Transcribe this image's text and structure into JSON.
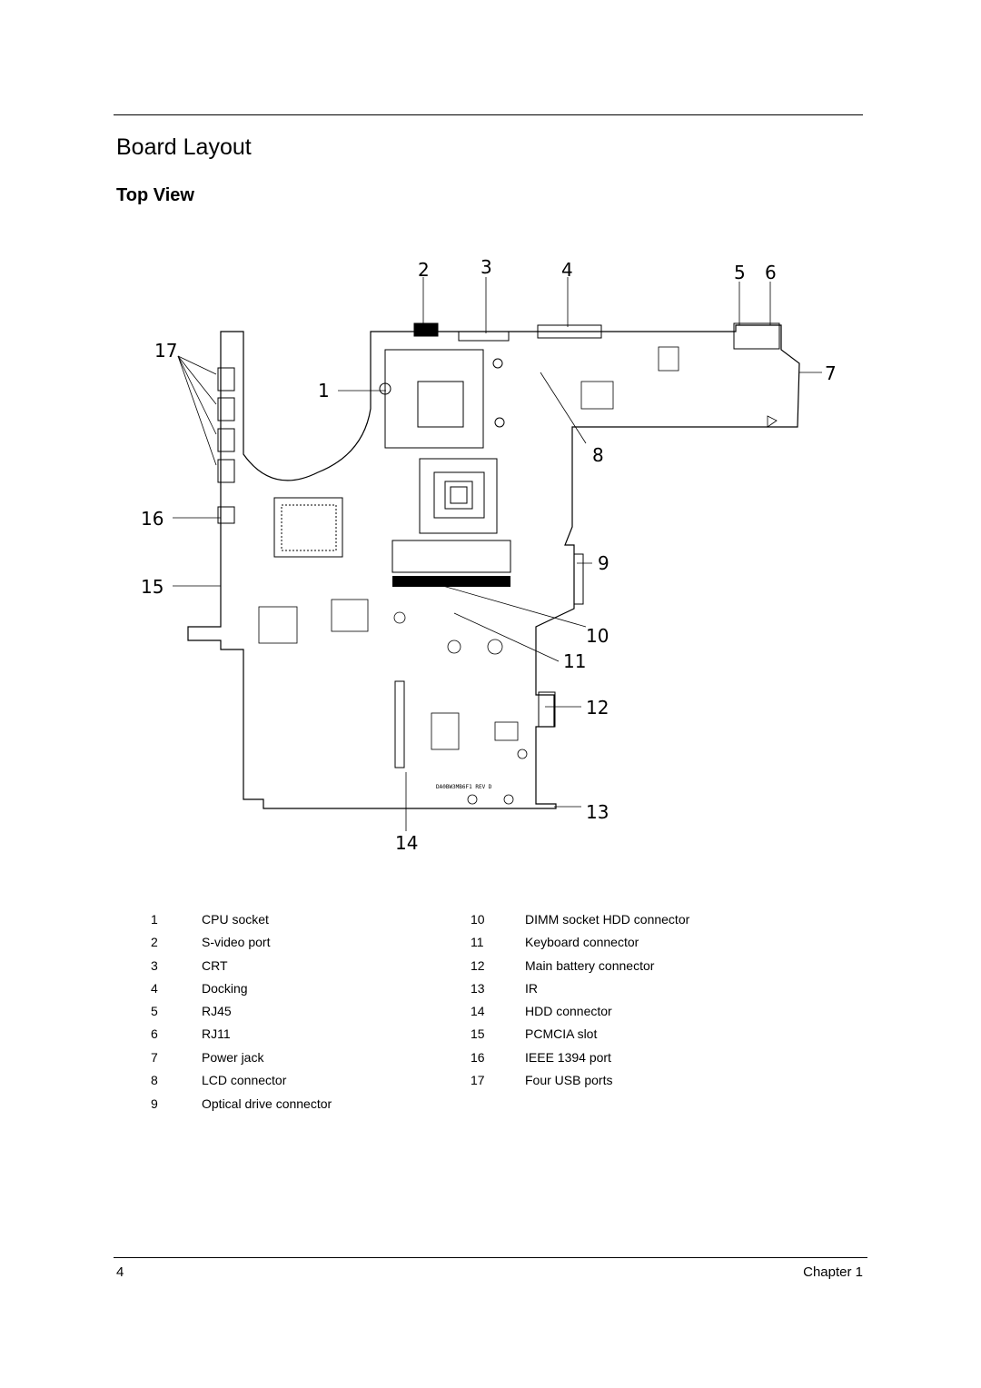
{
  "heading": {
    "title": "Board Layout",
    "subtitle": "Top View"
  },
  "diagram": {
    "callouts": [
      "1",
      "2",
      "3",
      "4",
      "5",
      "6",
      "7",
      "8",
      "9",
      "10",
      "11",
      "12",
      "13",
      "14",
      "15",
      "16",
      "17"
    ],
    "board_marking": "DA0BW3MB6F1 REV D"
  },
  "legend": {
    "left": [
      {
        "num": "1",
        "label": "CPU socket"
      },
      {
        "num": "2",
        "label": "S-video port"
      },
      {
        "num": "3",
        "label": "CRT"
      },
      {
        "num": "4",
        "label": "Docking"
      },
      {
        "num": "5",
        "label": "RJ45"
      },
      {
        "num": "6",
        "label": "RJ11"
      },
      {
        "num": "7",
        "label": "Power jack"
      },
      {
        "num": "8",
        "label": "LCD connector"
      },
      {
        "num": "9",
        "label": "Optical drive connector"
      }
    ],
    "right": [
      {
        "num": "10",
        "label": "DIMM socket HDD connector"
      },
      {
        "num": "11",
        "label": "Keyboard connector"
      },
      {
        "num": "12",
        "label": "Main battery connector"
      },
      {
        "num": "13",
        "label": "IR"
      },
      {
        "num": "14",
        "label": "HDD connector"
      },
      {
        "num": "15",
        "label": "PCMCIA slot"
      },
      {
        "num": "16",
        "label": "IEEE 1394 port"
      },
      {
        "num": "17",
        "label": "Four USB ports"
      }
    ]
  },
  "footer": {
    "page_number": "4",
    "chapter": "Chapter 1"
  }
}
